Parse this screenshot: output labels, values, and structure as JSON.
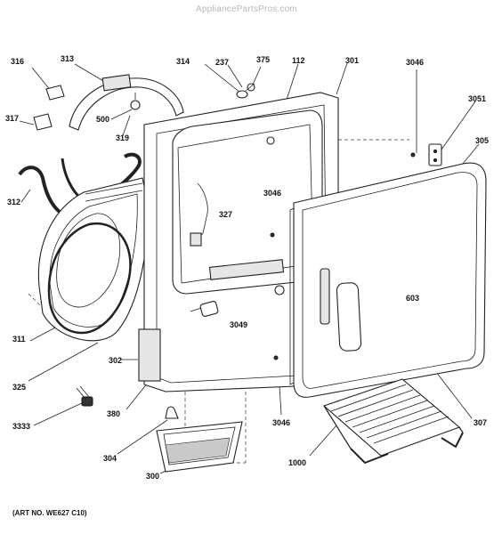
{
  "watermark": "AppliancePartsPros.com",
  "art_number": "(ART NO. WE627 C10)",
  "callouts": {
    "c316": "316",
    "c313": "313",
    "c317": "317",
    "c500": "500",
    "c319": "319",
    "c312": "312",
    "c311": "311",
    "c325": "325",
    "c3333": "3333",
    "c314": "314",
    "c237": "237",
    "c375": "375",
    "c112": "112",
    "c301": "301",
    "c327": "327",
    "c302": "302",
    "c380": "380",
    "c304": "304",
    "c300": "300",
    "c3046a": "3046",
    "c3051": "3051",
    "c305": "305",
    "c3046b": "3046",
    "c603": "603",
    "c3049": "3049",
    "c3046c": "3046",
    "c307": "307",
    "c1000": "1000"
  }
}
